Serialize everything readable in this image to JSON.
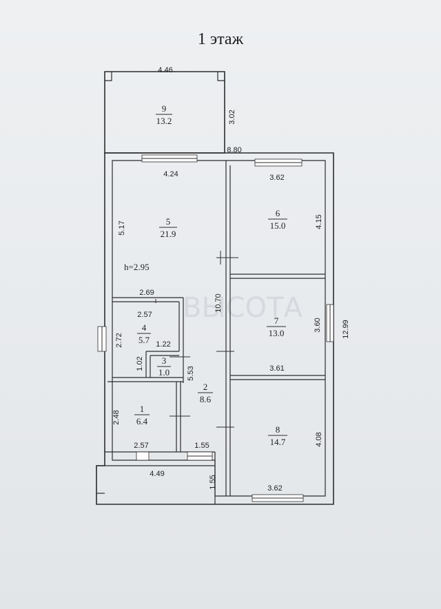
{
  "title": "1 этаж",
  "watermark": "ВЫСОТА",
  "height_label": "h=2.95",
  "rooms": [
    {
      "no": "9",
      "area": "13.2"
    },
    {
      "no": "5",
      "area": "21.9"
    },
    {
      "no": "6",
      "area": "15.0"
    },
    {
      "no": "7",
      "area": "13.0"
    },
    {
      "no": "4",
      "area": "5.7"
    },
    {
      "no": "3",
      "area": "1.0"
    },
    {
      "no": "2",
      "area": "8.6"
    },
    {
      "no": "1",
      "area": "6.4"
    },
    {
      "no": "8",
      "area": "14.7"
    }
  ],
  "dims": {
    "d446": "4.46",
    "d302": "3.02",
    "d880": "8.80",
    "d424": "4.24",
    "d362a": "3.62",
    "d517": "5.17",
    "d415": "4.15",
    "d269": "2.69",
    "d1070": "10.70",
    "d257a": "2.57",
    "d272": "2.72",
    "d122": "1.22",
    "d102": "1.02",
    "d553": "5.53",
    "d360": "3.60",
    "d361": "3.61",
    "d1299": "12.99",
    "d248": "2.48",
    "d257b": "2.57",
    "d155a": "1.55",
    "d408": "4.08",
    "d449": "4.49",
    "d155b": "1.55",
    "d362b": "3.62"
  }
}
